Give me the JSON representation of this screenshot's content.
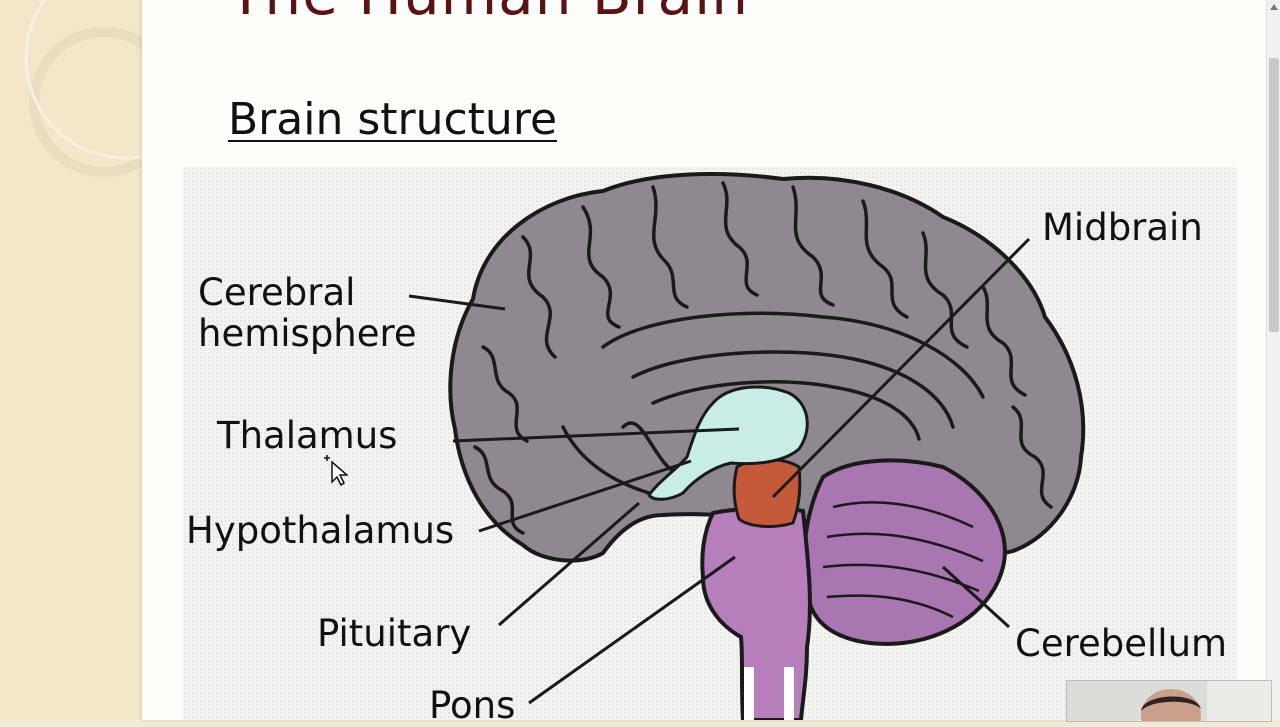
{
  "slide": {
    "title": "The Human Brain",
    "subtitle": "Brain structure"
  },
  "figure": {
    "labels": {
      "cerebral_hemisphere_line1": "Cerebral",
      "cerebral_hemisphere_line2": "hemisphere",
      "thalamus": "Thalamus",
      "hypothalamus": "Hypothalamus",
      "pituitary": "Pituitary",
      "pons": "Pons",
      "midbrain": "Midbrain",
      "cerebellum": "Cerebellum"
    },
    "colors": {
      "cerebrum": "#8f8890",
      "thalamus": "#c8ece6",
      "midbrain": "#c55a3b",
      "brainstem": "#b67fbc",
      "cerebellum": "#a876b0"
    }
  },
  "theme": {
    "title_color": "#5b1214",
    "side_band": "#f4e7c9"
  }
}
